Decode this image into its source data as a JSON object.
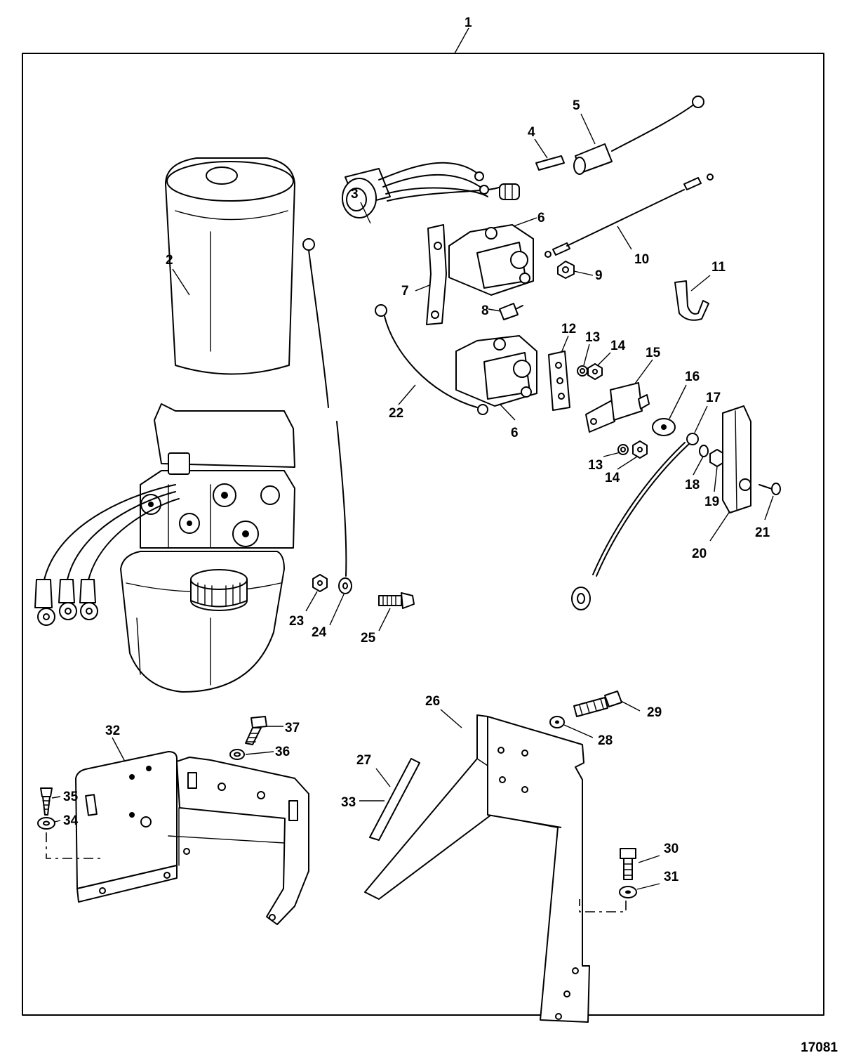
{
  "figure_id": "17081",
  "part_labels": {
    "p1": "1",
    "p2": "2",
    "p3": "3",
    "p4": "4",
    "p5": "5",
    "p6a": "6",
    "p6b": "6",
    "p7": "7",
    "p8": "8",
    "p9": "9",
    "p10": "10",
    "p11": "11",
    "p12": "12",
    "p13a": "13",
    "p13b": "13",
    "p14a": "14",
    "p14b": "14",
    "p15": "15",
    "p16": "16",
    "p17": "17",
    "p18": "18",
    "p19": "19",
    "p20": "20",
    "p21": "21",
    "p22": "22",
    "p23": "23",
    "p24": "24",
    "p25": "25",
    "p26": "26",
    "p27": "27",
    "p28": "28",
    "p29": "29",
    "p30": "30",
    "p31": "31",
    "p32": "32",
    "p33": "33",
    "p34": "34",
    "p35": "35",
    "p36": "36",
    "p37": "37"
  }
}
